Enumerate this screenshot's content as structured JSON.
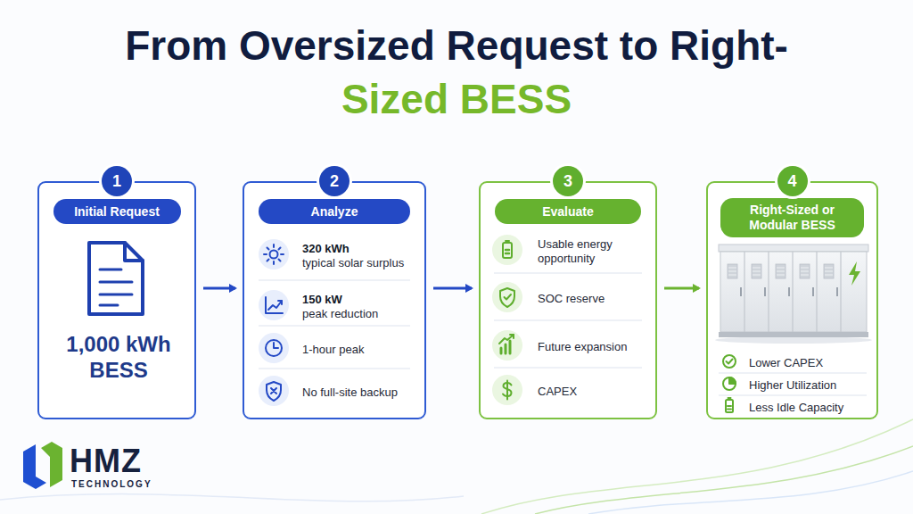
{
  "diagram": {
    "title": "From Oversized Request to Right-Sized BESS",
    "nodes": [
      {
        "text": [
          "1,000 kWh BESS"
        ]
      },
      {
        "text": [
          "1"
        ],
        "in": 0
      },
      {
        "text": [
          "Initial Request"
        ],
        "in": 0
      },
      {
        "text": [
          "320 kWh",
          "typical solar surplus",
          "150 kW",
          "peak reduction",
          "1-hour peak",
          "No full-site backup"
        ]
      },
      {
        "text": [
          "2"
        ],
        "in": 3
      },
      {
        "text": [
          "Analyze"
        ],
        "in": 3
      },
      {
        "text": [
          "Usable energy opportunity",
          "SOC reserve",
          "Future expansion",
          "CAPEX"
        ]
      },
      {
        "text": [
          "3"
        ],
        "in": 6
      },
      {
        "text": [
          "Evaluate"
        ],
        "in": 6
      },
      {
        "text": [
          "Lower CAPEX",
          "Higher Utilization",
          "Less Idle Capacity"
        ]
      },
      {
        "text": [
          "4"
        ],
        "in": 9
      },
      {
        "text": [
          "Right-Sized or Modular BESS"
        ],
        "in": 9
      }
    ],
    "edges": [
      {
        "from": 0,
        "to": 3,
        "arrow": "to"
      },
      {
        "from": 3,
        "to": 6,
        "arrow": "to"
      },
      {
        "from": 6,
        "to": 9,
        "arrow": "to"
      }
    ],
    "labels": [
      "HMZ",
      "TECHNOLOGY"
    ]
  }
}
